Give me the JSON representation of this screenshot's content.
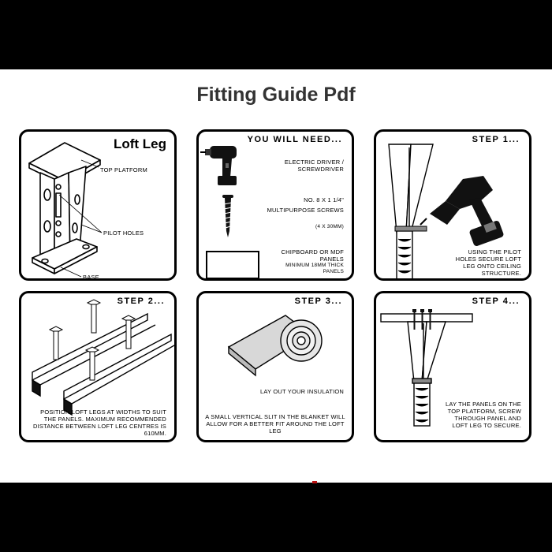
{
  "page": {
    "title": "Fitting Guide Pdf"
  },
  "panels": {
    "loft_leg": {
      "title": "Loft Leg",
      "label_top": "TOP PLATFORM",
      "label_pilot": "PILOT HOLES",
      "label_base": "BASE"
    },
    "need": {
      "heading": "YOU WILL NEED...",
      "item1": "ELECTRIC DRIVER / SCREWDRIVER",
      "item2a": "No. 8 x 1 1/4\"",
      "item2b": "MULTIPURPOSE SCREWS",
      "item2c": "(4 x 30mm)",
      "item3a": "CHIPBOARD OR MDF PANELS",
      "item3b": "MINIMUM 18MM THICK PANELS"
    },
    "step1": {
      "heading": "STEP 1...",
      "caption": "USING THE PILOT HOLES SECURE LOFT LEG ONTO CEILING STRUCTURE."
    },
    "step2": {
      "heading": "STEP 2...",
      "caption": "POSITION LOFT LEGS AT WIDTHS TO SUIT THE PANELS. MAXIMUM RECOMMENDED DISTANCE BETWEEN LOFT LEG CENTRES IS 610MM."
    },
    "step3": {
      "heading": "STEP 3...",
      "caption1": "LAY OUT YOUR INSULATION",
      "caption2": "A SMALL VERTICAL SLIT IN THE BLANKET WILL ALLOW FOR A BETTER FIT AROUND THE LOFT LEG"
    },
    "step4": {
      "heading": "STEP 4...",
      "caption": "LAY THE PANELS ON THE TOP PLATFORM, SCREW THROUGH PANEL AND LOFT LEG TO SECURE."
    }
  }
}
